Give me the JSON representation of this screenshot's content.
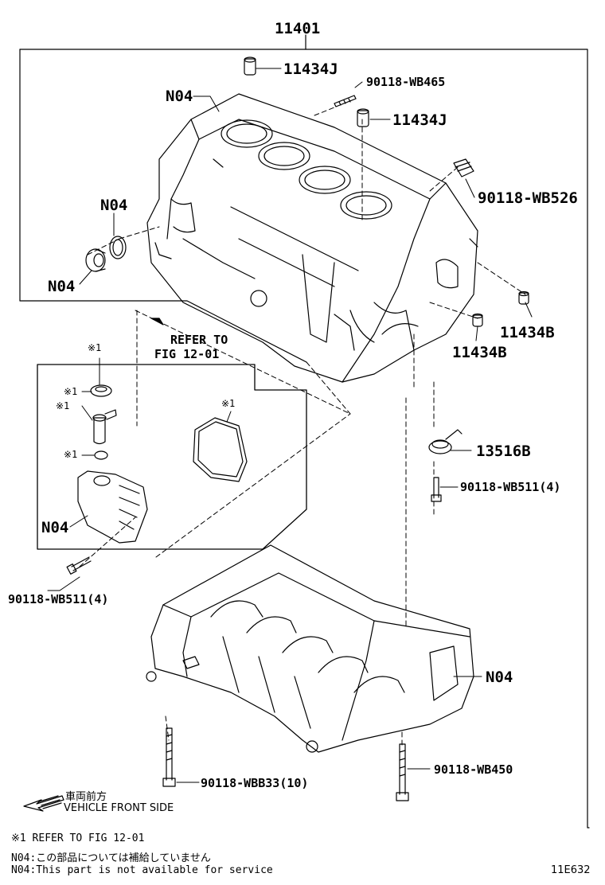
{
  "labels": {
    "assembly": "11401",
    "pin_top": "11434J",
    "stud_top": "90118-WB465",
    "n04_block": "N04",
    "pin_mid": "11434J",
    "stud_right": "90118-WB526",
    "n04_plug_upper": "N04",
    "n04_plug_lower": "N04",
    "pin_right1": "11434B",
    "pin_right2": "11434B",
    "refer_line1": "REFER TO",
    "refer_line2": "FIG 12-01",
    "ast_top": "※1",
    "ast_cap": "※1",
    "ast_fitting": "※1",
    "ast_gasket": "※1",
    "ast_oring": "※1",
    "n04_housing": "N04",
    "sensor": "13516B",
    "bolt_sensor": "90118-WB511(4)",
    "bolt_left": "90118-WB511(4)",
    "n04_lower": "N04",
    "bolt_bed": "90118-WBB33(10)",
    "bolt_right_lower": "90118-WB450",
    "front_jp": "車両前方",
    "front_en": "VEHICLE FRONT SIDE",
    "figure_code": "11E632"
  },
  "notes": [
    "※1  REFER TO FIG 12-01",
    "N04:この部品については補給していません",
    "N04:This part is not available for service"
  ]
}
